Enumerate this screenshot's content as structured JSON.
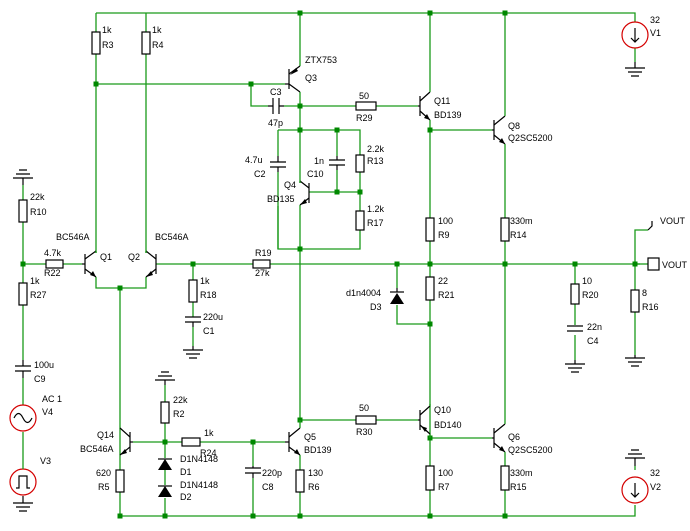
{
  "labels": {
    "R3_val": "1k",
    "R3": "R3",
    "R4_val": "1k",
    "R4": "R4",
    "Q3_type": "ZTX753",
    "Q3": "Q3",
    "V1_val": "32",
    "V1": "V1",
    "C3": "C3",
    "C3_val": "47p",
    "R29_val": "50",
    "R29": "R29",
    "Q11": "Q11",
    "Q11_type": "BD139",
    "Q8": "Q8",
    "Q8_type": "Q2SC5200",
    "C2_val": "4.7u",
    "C2": "C2",
    "C10_val": "1n",
    "C10": "C10",
    "R13_val": "2.2k",
    "R13": "R13",
    "Q4": "Q4",
    "Q4_type": "BD135",
    "R17_val": "1.2k",
    "R17": "R17",
    "R10_val": "22k",
    "R10": "R10",
    "Q1_type": "BC546A",
    "Q2_type": "BC546A",
    "R22_val": "4.7k",
    "R22": "R22",
    "Q1": "Q1",
    "Q2": "Q2",
    "R19": "R19",
    "R19_val": "27k",
    "R9_val": "100",
    "R9": "R9",
    "R14_val": "330m",
    "R14": "R14",
    "VOUT1": "VOUT",
    "VOUT2": "VOUT",
    "R27_val": "1k",
    "R27": "R27",
    "R18_val": "1k",
    "R18": "R18",
    "C1_val": "220u",
    "C1": "C1",
    "D3_type": "d1n4004",
    "D3": "D3",
    "R21_val": "22",
    "R21": "R21",
    "R20_val": "10",
    "R20": "R20",
    "R16_val": "8",
    "R16": "R16",
    "C4_val": "22n",
    "C4": "C4",
    "C9_val": "100u",
    "C9": "C9",
    "V4_label": "AC 1",
    "V4": "V4",
    "V3": "V3",
    "R2_val": "22k",
    "R2": "R2",
    "R30_val": "50",
    "R30": "R30",
    "Q10": "Q10",
    "Q10_type": "BD140",
    "Q14": "Q14",
    "Q14_type": "BC546A",
    "R24_val": "1k",
    "R24": "R24",
    "D1": "D1",
    "D1_type": "D1N4148",
    "D2_type": "D1N4148",
    "D2": "D2",
    "Q5": "Q5",
    "Q5_type": "BD139",
    "Q6": "Q6",
    "Q6_type": "Q2SC5200",
    "C8_val": "220p",
    "C8": "C8",
    "R5_val": "620",
    "R5": "R5",
    "R6_val": "130",
    "R6": "R6",
    "R7_val": "100",
    "R7": "R7",
    "R15_val": "330m",
    "R15": "R15",
    "V2_val": "32",
    "V2": "V2"
  }
}
